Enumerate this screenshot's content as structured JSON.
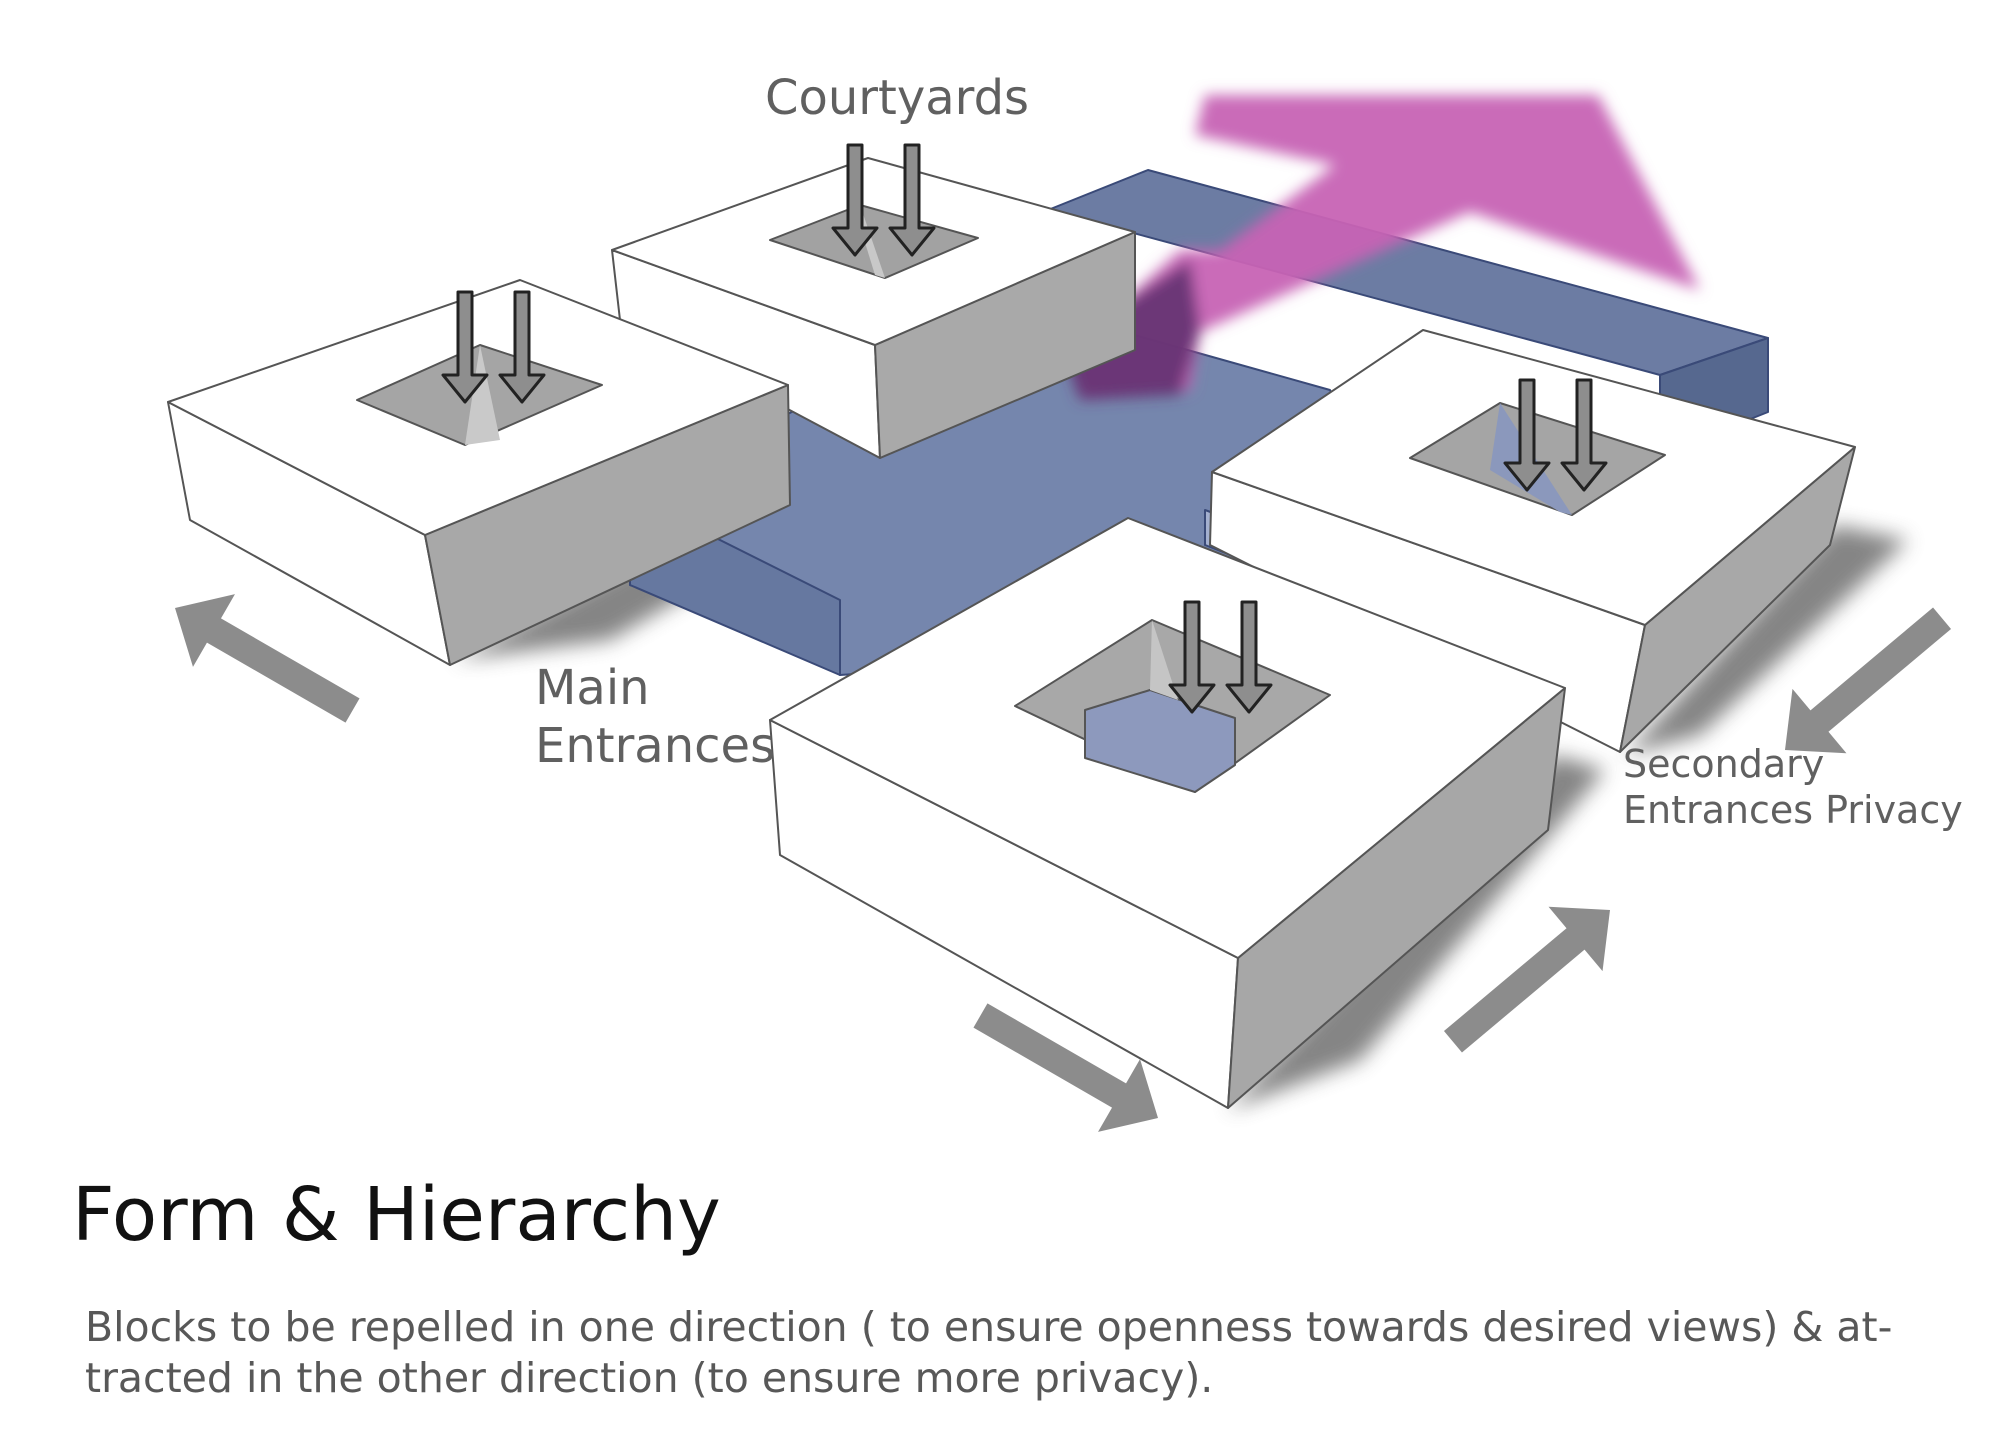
{
  "labels": {
    "courtyards": "Courtyards",
    "main_line1": "Main",
    "main_line2": "Entrances",
    "secondary_line1": "Secondary",
    "secondary_line2": "Entrances Privacy"
  },
  "title": "Form & Hierarchy",
  "description": {
    "line1": "Blocks to be repelled in one direction ( to ensure openness towards desired views) & at-",
    "line2": "tracted in the other direction (to ensure more privacy)."
  },
  "colors": {
    "view_arrow": "#c762b4",
    "connector": "#4e6293",
    "block_top": "#ffffff",
    "block_side": "#a8a8a8",
    "movement_arrow": "#8c8c8c",
    "text_label": "#606060",
    "title_text": "#111111"
  },
  "icons": [
    "courtyard-down-arrows",
    "movement-arrow",
    "view-direction-arrow"
  ]
}
